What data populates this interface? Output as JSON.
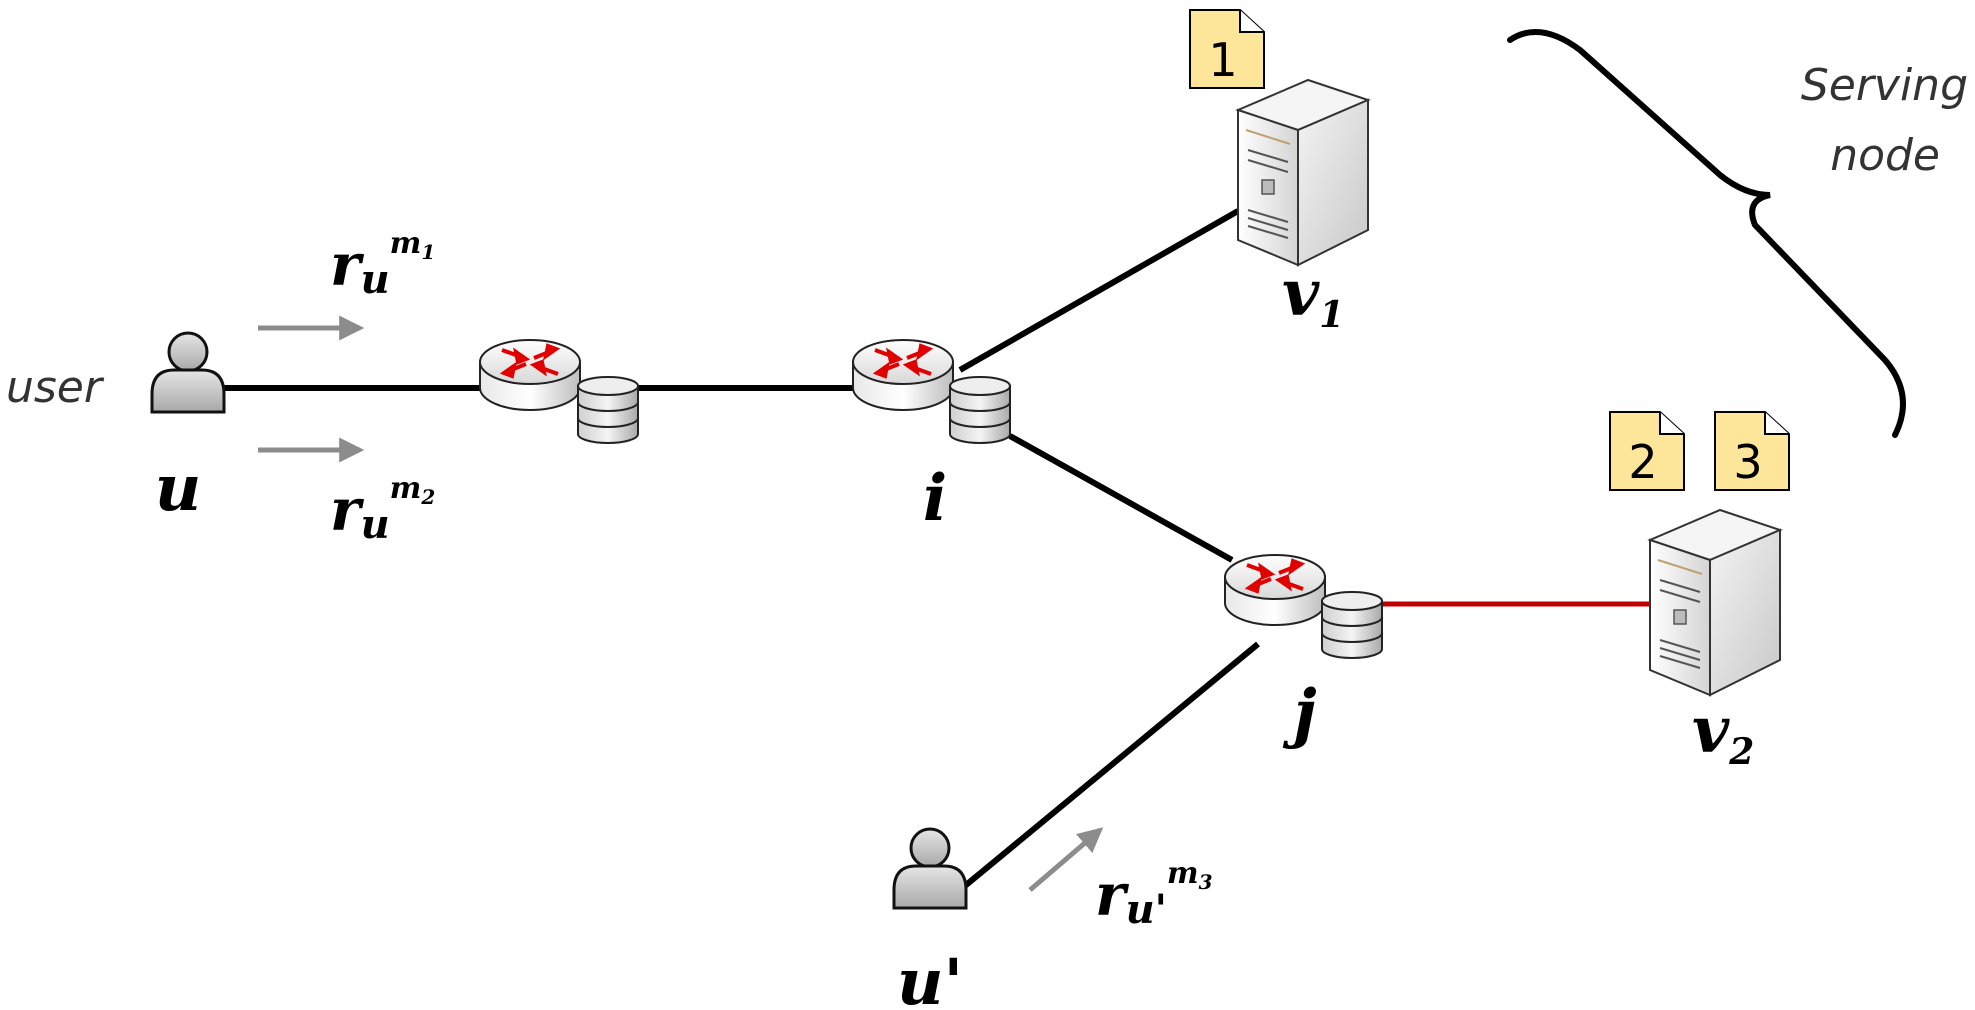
{
  "labels": {
    "user_text": "user",
    "serving_node_line1": "Serving",
    "serving_node_line2": "node",
    "node_u": "u",
    "node_u_prime": "u'",
    "node_i": "i",
    "node_j": "j",
    "server_v1_base": "v",
    "server_v1_sub": "1",
    "server_v2_base": "v",
    "server_v2_sub": "2"
  },
  "requests": [
    {
      "base": "r",
      "sub": "u",
      "sup": "m",
      "sup_sub": "1"
    },
    {
      "base": "r",
      "sub": "u",
      "sup": "m",
      "sup_sub": "2"
    },
    {
      "base": "r",
      "sub": "u'",
      "sup": "m",
      "sup_sub": "3"
    }
  ],
  "documents": [
    {
      "label": "1"
    },
    {
      "label": "2"
    },
    {
      "label": "3"
    }
  ],
  "colors": {
    "link": "#000000",
    "link_highlight": "#c00000",
    "arrow": "#8c8c8c",
    "document_fill": "#fde59a",
    "router_arrow": "#e00000"
  }
}
